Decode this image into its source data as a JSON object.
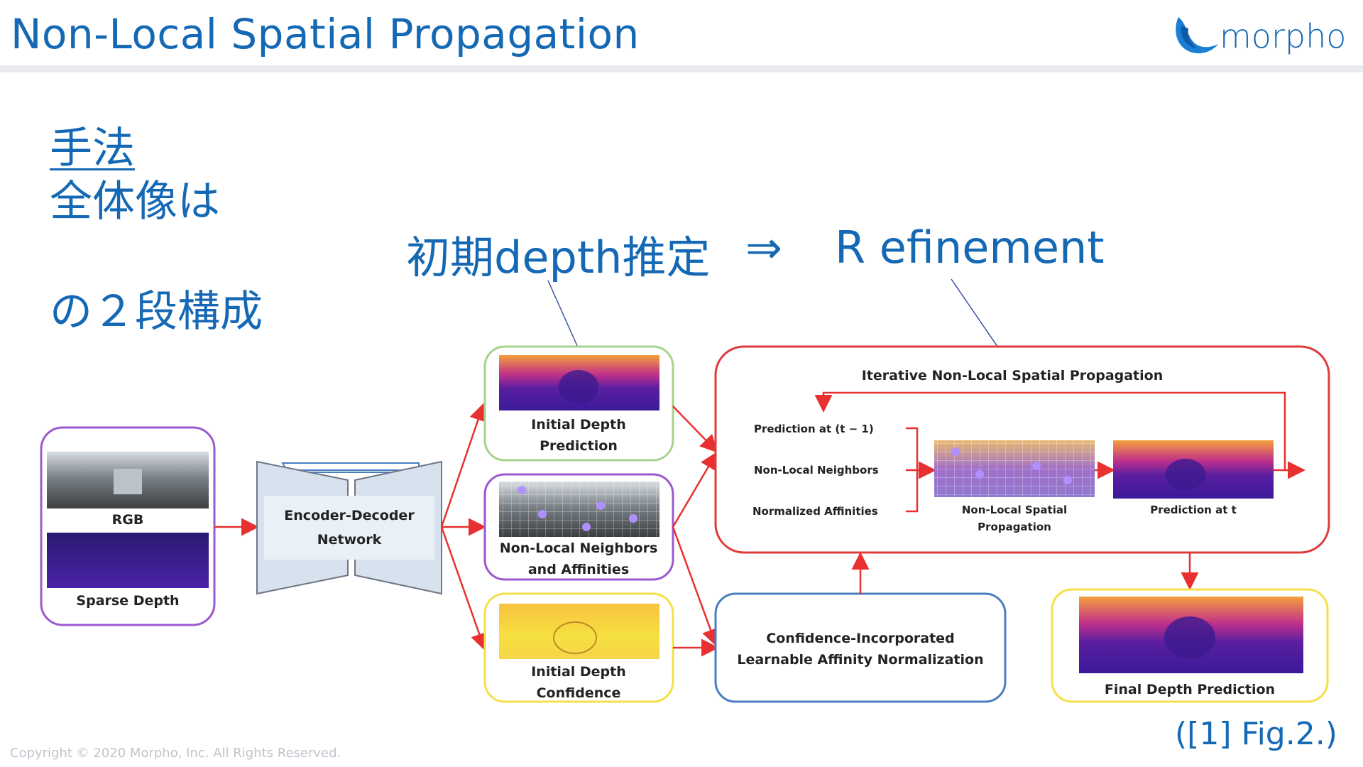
{
  "header": {
    "title": "Non-Local Spatial Propagation",
    "logo_text": "morpho"
  },
  "content": {
    "heading": "手法",
    "line1": "全体像は",
    "stage1": "初期depth推定",
    "arrow": "⇒",
    "stage2": "R efinement",
    "line2": "の２段構成"
  },
  "diagram": {
    "input": {
      "rgb": "RGB",
      "sparse": "Sparse Depth"
    },
    "network": {
      "line1": "Encoder-Decoder",
      "line2": "Network"
    },
    "outputs": {
      "initial_depth": [
        "Initial Depth",
        "Prediction"
      ],
      "neighbors": [
        "Non-Local Neighbors",
        "and Affinities"
      ],
      "confidence": [
        "Initial Depth",
        "Confidence"
      ]
    },
    "propagation": {
      "title": "Iterative Non-Local Spatial Propagation",
      "pred_prev": "Prediction at (t − 1)",
      "neighbors": "Non-Local Neighbors",
      "affinities": "Normalized Affinities",
      "nlsp": [
        "Non-Local Spatial",
        "Propagation"
      ],
      "pred_t": "Prediction at t"
    },
    "normalization": [
      "Confidence-Incorporated",
      "Learnable Affinity Normalization"
    ],
    "final": "Final Depth Prediction",
    "colors": {
      "green": "#a6d38c",
      "purple": "#9b59d0",
      "yellow": "#f5e04a",
      "red": "#e03c3c",
      "blue": "#4a7ec0",
      "arrow": "#e83030"
    }
  },
  "footer": {
    "copyright": "Copyright © 2020 Morpho, Inc. All Rights Reserved.",
    "citation": "([1] Fig.2.)"
  }
}
